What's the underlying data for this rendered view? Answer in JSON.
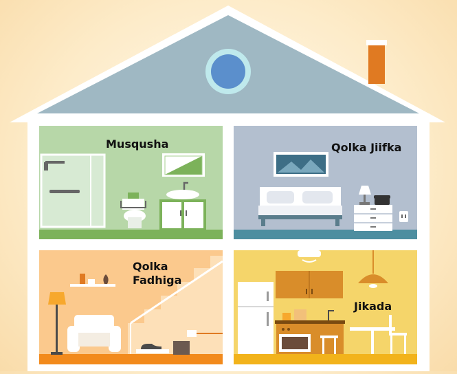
{
  "rooms": {
    "bathroom": {
      "label": "Musqusha"
    },
    "bedroom": {
      "label": "Qolka Jiifka"
    },
    "living_room": {
      "label": "Qolka\nFadhiga"
    },
    "kitchen": {
      "label": "Jikada"
    }
  },
  "colors": {
    "roof": "#9fb8c3",
    "roof_outline": "#ffffff",
    "window_round": "#5b8fcc",
    "window_ring": "#bfe9ec",
    "chimney": "#e07a22",
    "bathroom_wall": "#b7d7a8",
    "bathroom_floor": "#7cb25a",
    "bedroom_wall": "#b3bfcf",
    "bedroom_floor": "#4d8ea0",
    "living_wall": "#fbc98d",
    "living_floor": "#f28a1c",
    "kitchen_wall": "#f5d56a",
    "kitchen_floor": "#f2b31b"
  }
}
